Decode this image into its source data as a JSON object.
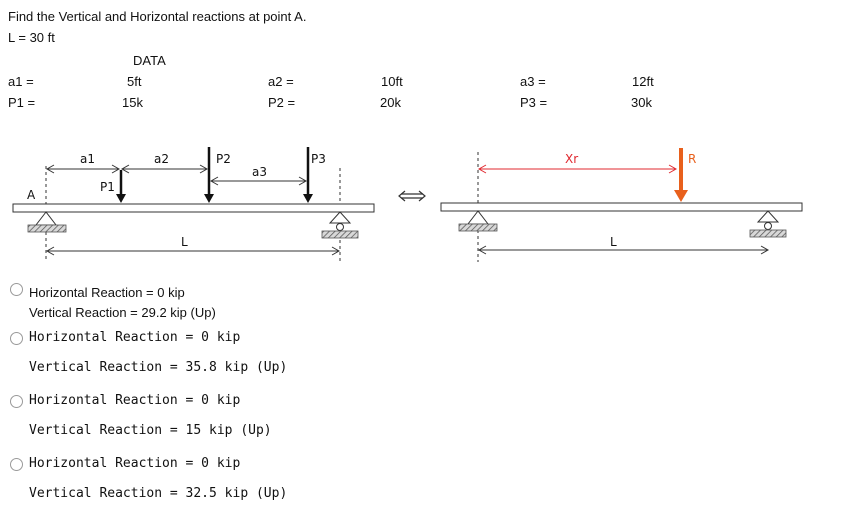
{
  "question": {
    "prompt": "Find the Vertical and Horizontal reactions at point A.",
    "length": "L = 30 ft"
  },
  "data_table": {
    "header": "DATA",
    "rows": [
      [
        {
          "label": "a1 =",
          "value": "5ft"
        },
        {
          "label": "a2 =",
          "value": "10ft"
        },
        {
          "label": "a3 =",
          "value": "12ft"
        }
      ],
      [
        {
          "label": "P1 =",
          "value": "15k"
        },
        {
          "label": "P2 =",
          "value": "20k"
        },
        {
          "label": "P3 =",
          "value": "30k"
        }
      ]
    ]
  },
  "diagram_left": {
    "support_label": "A",
    "dims": [
      "a1",
      "a2",
      "a3"
    ],
    "loads": [
      "P1",
      "P2",
      "P3"
    ],
    "length_label": "L"
  },
  "equivalence_symbol": "⟺",
  "diagram_right": {
    "distance_label": "Xr",
    "resultant_label": "R",
    "length_label": "L",
    "resultant_color": "#e8601c",
    "dim_color": "#e0282f"
  },
  "options": [
    {
      "horizontal": "Horizontal Reaction = 0 kip",
      "vertical": "Vertical Reaction = 29.2 kip (Up)"
    },
    {
      "horizontal": "Horizontal Reaction = 0 kip",
      "vertical": "Vertical Reaction = 35.8 kip (Up)"
    },
    {
      "horizontal": "Horizontal Reaction = 0 kip",
      "vertical": "Vertical Reaction = 15 kip (Up)"
    },
    {
      "horizontal": "Horizontal Reaction = 0 kip",
      "vertical": "Vertical Reaction = 32.5 kip (Up)"
    }
  ]
}
